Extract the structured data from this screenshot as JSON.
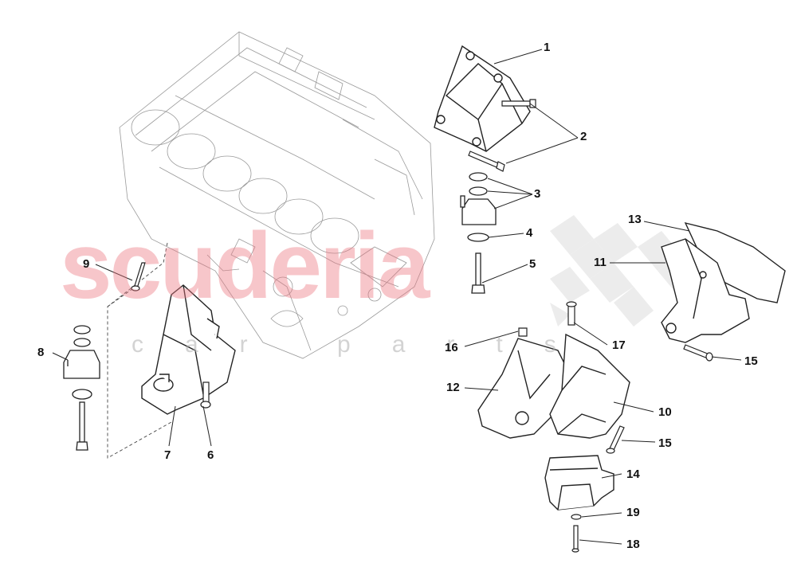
{
  "watermark": {
    "main": "scuderia",
    "sub": "car parts"
  },
  "callouts": [
    {
      "id": "c1",
      "label": "1"
    },
    {
      "id": "c2",
      "label": "2"
    },
    {
      "id": "c3",
      "label": "3"
    },
    {
      "id": "c4",
      "label": "4"
    },
    {
      "id": "c5",
      "label": "5"
    },
    {
      "id": "c6",
      "label": "6"
    },
    {
      "id": "c7",
      "label": "7"
    },
    {
      "id": "c8",
      "label": "8"
    },
    {
      "id": "c9",
      "label": "9"
    },
    {
      "id": "c10",
      "label": "10"
    },
    {
      "id": "c11",
      "label": "11"
    },
    {
      "id": "c12",
      "label": "12"
    },
    {
      "id": "c13",
      "label": "13"
    },
    {
      "id": "c14",
      "label": "14"
    },
    {
      "id": "c15a",
      "label": "15"
    },
    {
      "id": "c15b",
      "label": "15"
    },
    {
      "id": "c16",
      "label": "16"
    },
    {
      "id": "c17",
      "label": "17"
    },
    {
      "id": "c18",
      "label": "18"
    },
    {
      "id": "c19",
      "label": "19"
    }
  ]
}
